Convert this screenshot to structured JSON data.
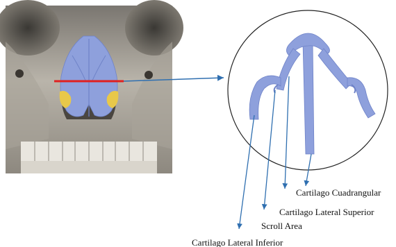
{
  "labels": {
    "quadrangular": "Cartilago Cuadrangular",
    "lateral_superior": "Cartilago Lateral Superior",
    "scroll_area": "Scroll Area",
    "lateral_inferior": "Cartilago Lateral Inferior"
  },
  "colors": {
    "cartilage": "#8ea0dc",
    "cartilage_dark": "#6f83c8",
    "alar": "#e8c84a",
    "cut_line": "#e02020",
    "pointer": "#2f6fb0",
    "bone": "#cfcbc2",
    "circle_stroke": "#222222"
  }
}
